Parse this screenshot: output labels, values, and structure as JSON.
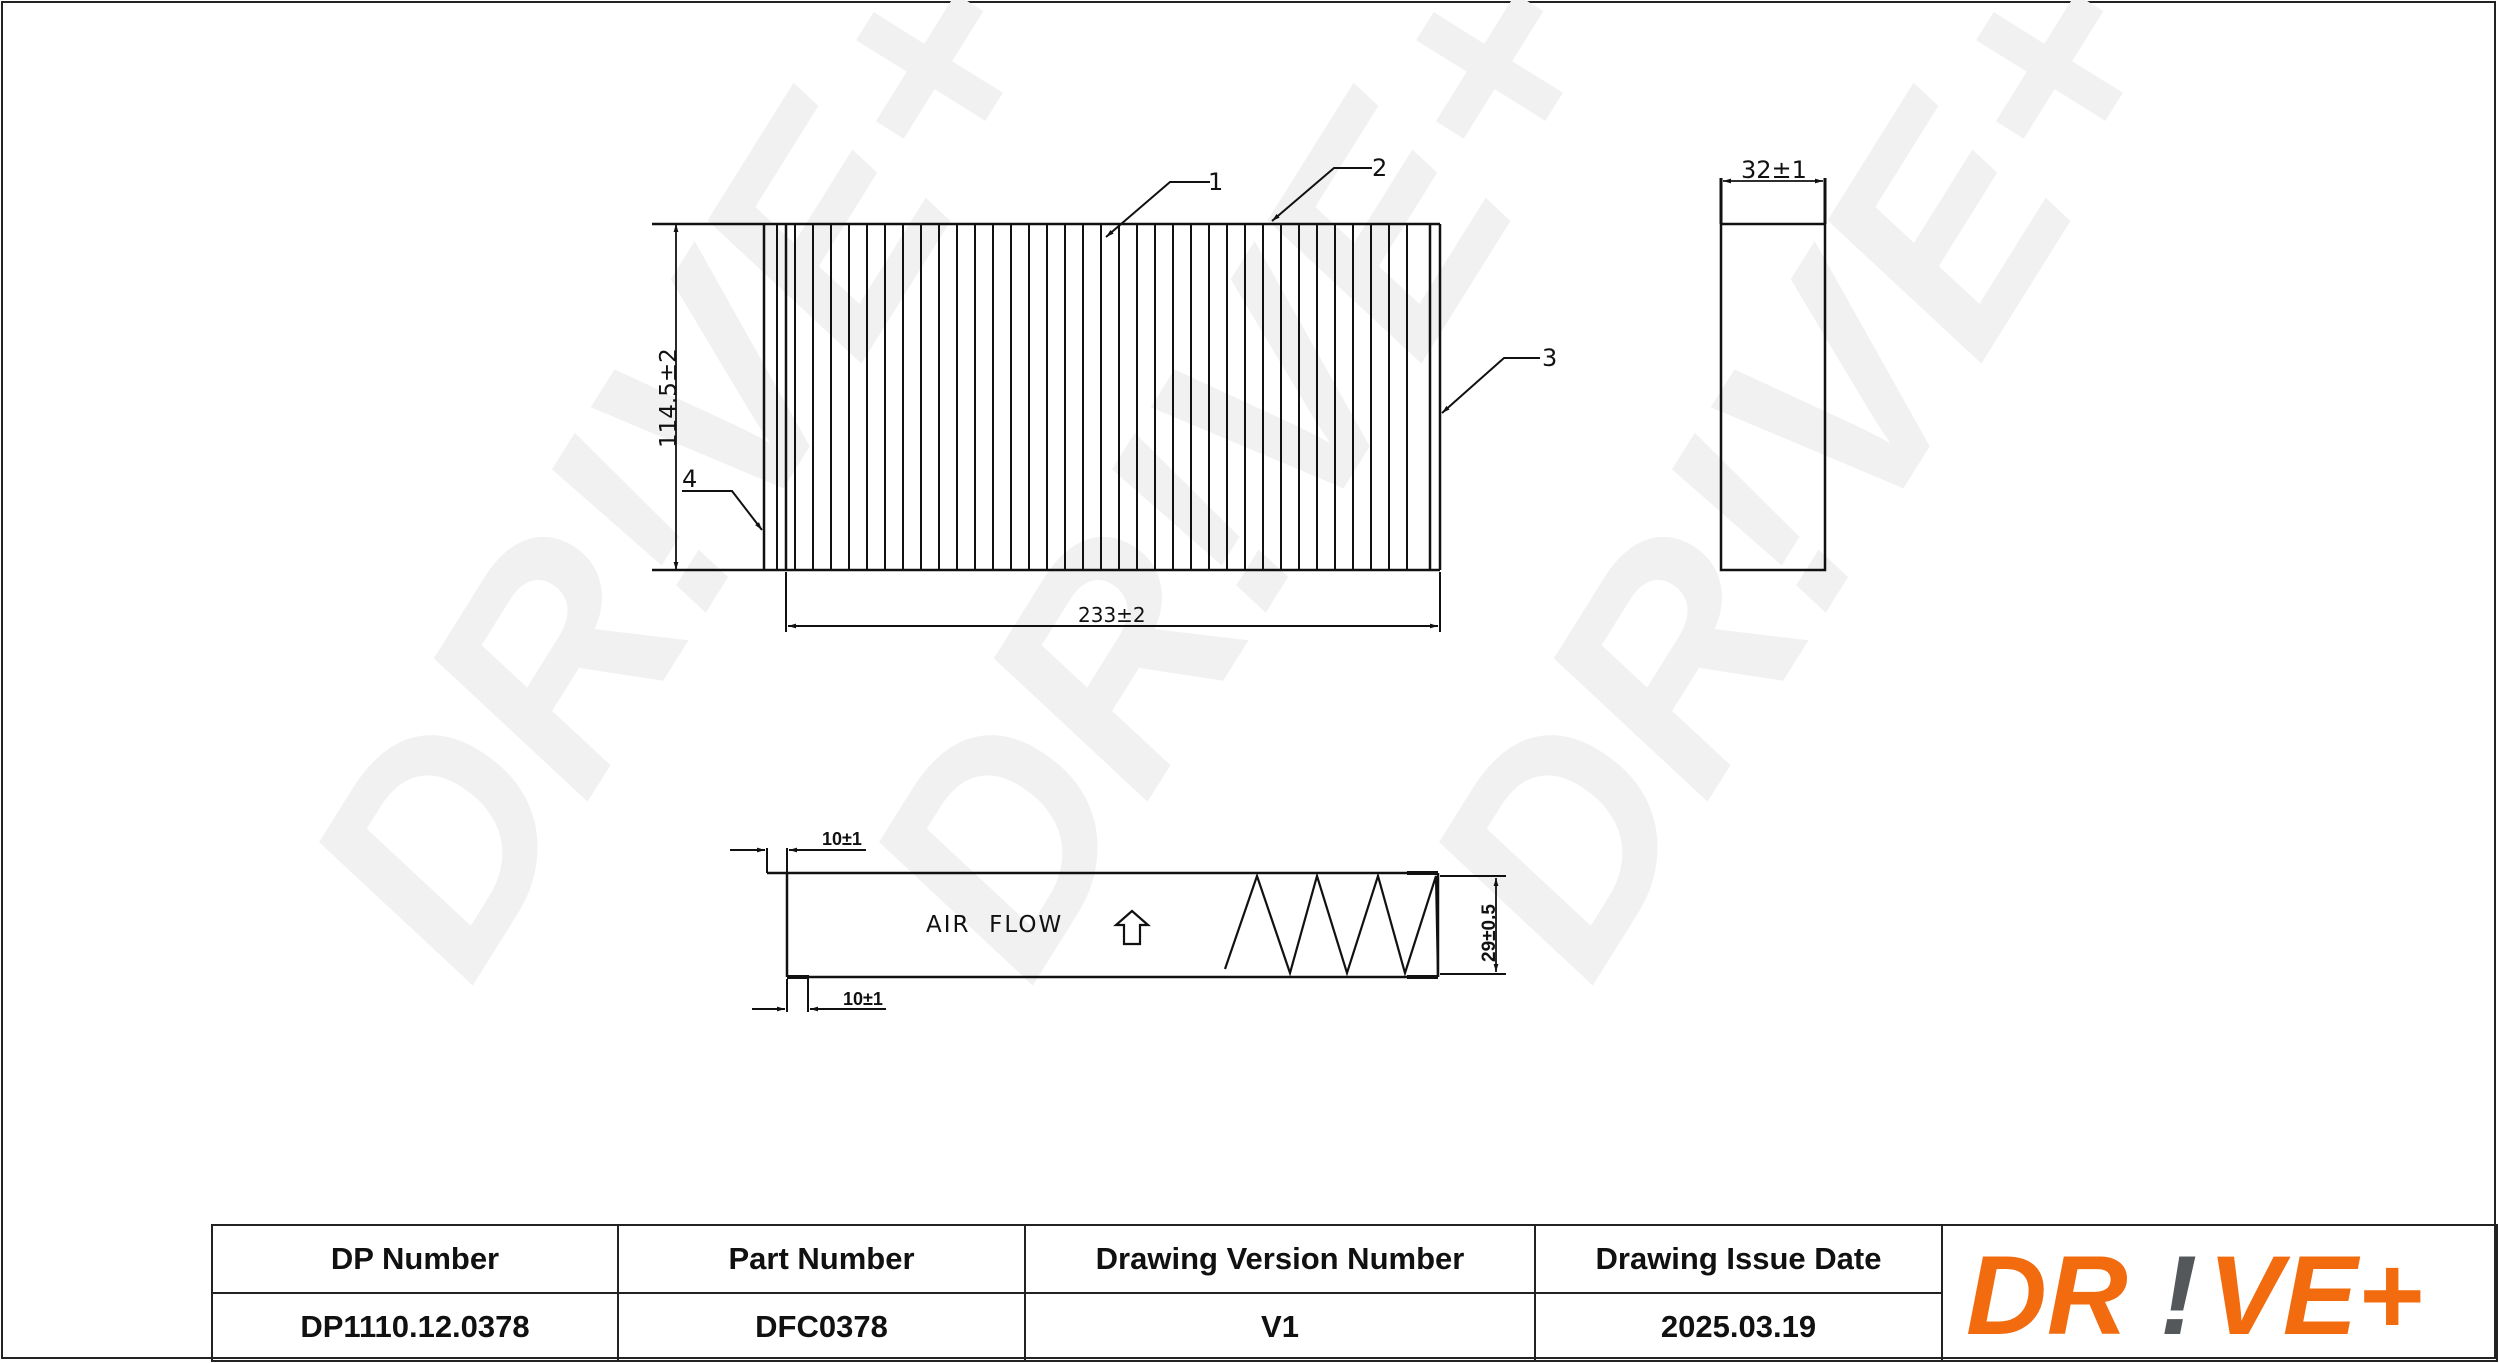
{
  "drawing": {
    "front_view": {
      "callouts": [
        "1",
        "2",
        "3",
        "4"
      ],
      "height_dimension": "114.5±2",
      "width_dimension": "233±2",
      "pleat_count": 42
    },
    "side_view": {
      "depth_dimension": "32±1"
    },
    "section_view": {
      "top_offset_dimension": "10±1",
      "bottom_offset_dimension": "10±1",
      "thickness_dimension": "29±0.5",
      "label": "AIR  FLOW",
      "arrow_icon": "arrow-up-outline-icon"
    },
    "watermark": "DR!VE+"
  },
  "title_block": {
    "headers": [
      "DP Number",
      "Part Number",
      "Drawing Version Number",
      "Drawing Issue Date"
    ],
    "values": [
      "DP1110.12.0378",
      "DFC0378",
      "V1",
      "2025.03.19"
    ],
    "logo": {
      "text_left": "DR",
      "text_mark": "!",
      "text_right": "VE+",
      "brand_color": "#F26B0F",
      "mark_color": "#55585B"
    }
  }
}
